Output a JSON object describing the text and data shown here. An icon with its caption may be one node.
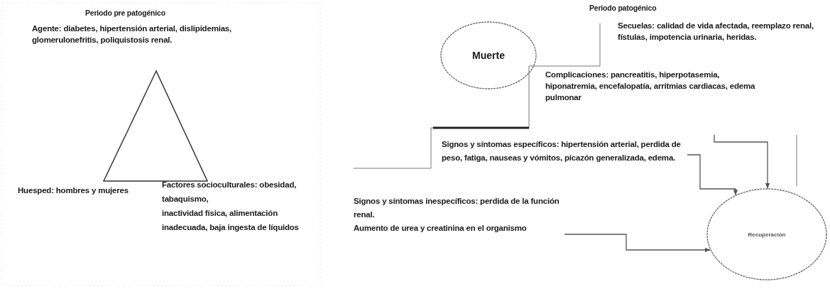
{
  "diagram": {
    "nodes": [
      {
        "text": [
          "Muerte"
        ]
      },
      {
        "text": [
          "Recuperación"
        ]
      },
      {
        "text": [
          "Signos y síntomas específicos: hipertensión arterial, perdida de peso, fatiga, nauseas y vómitos, picazón generalizada, edema."
        ]
      },
      {
        "text": [
          "Signos y síntomas inespecíficos: perdida de la función renal.",
          "Aumento de urea y creatinina en el organismo"
        ]
      }
    ],
    "edges": [
      {
        "from": 2,
        "to": 1,
        "arrow": "to"
      },
      {
        "from": null,
        "to": 1,
        "arrow": "to"
      },
      {
        "from": 3,
        "to": 1,
        "arrow": "to"
      }
    ],
    "labels": [
      "Periodo pre patogénico",
      "Agente: diabetes, hipertensión arterial, dislipidemias, glomerulonefritis, poliquistosis renal.",
      "Huesped: hombres y mujeres",
      "Factores socioculturales: obesidad, tabaquismo,",
      "inactividad física, alimentación inadecuada, baja ingesta de líquidos",
      "Periodo patogénico",
      "Secuelas: calidad de vida afectada, reemplazo renal, fístulas, impotencia urinaria, heridas.",
      "Complicaciones: pancreatitis, hiperpotasemia, hiponatremia, encefalopatía, arritmias cardiacas, edema pulmonar"
    ]
  }
}
